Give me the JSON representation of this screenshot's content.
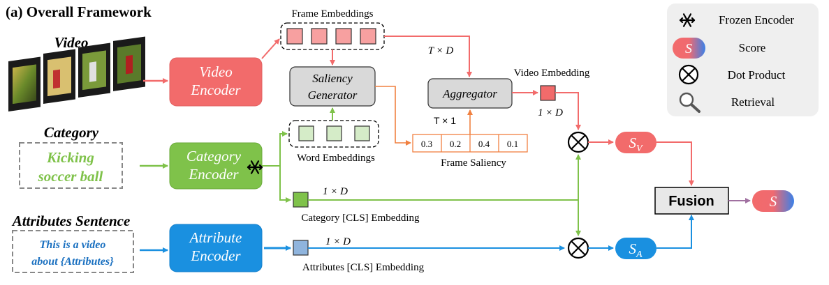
{
  "panel_title": "(a) Overall Framework",
  "inputs": {
    "video_label": "Video",
    "category_label": "Category",
    "category_text_line1": "Kicking",
    "category_text_line2": "soccer ball",
    "attributes_label": "Attributes Sentence",
    "attributes_text_line1": "This is a video",
    "attributes_text_line2": "about {Attributes}"
  },
  "encoders": {
    "video_line1": "Video",
    "video_line2": "Encoder",
    "category_line1": "Category",
    "category_line2": "Encoder",
    "attribute_line1": "Attribute",
    "attribute_line2": "Encoder"
  },
  "modules": {
    "saliency_line1": "Saliency",
    "saliency_line2": "Generator",
    "aggregator": "Aggregator",
    "fusion": "Fusion"
  },
  "labels": {
    "frame_embeddings": "Frame Embeddings",
    "word_embeddings": "Word Embeddings",
    "video_embedding": "Video Embedding",
    "frame_saliency": "Frame Saliency",
    "category_cls": "Category [CLS] Embedding",
    "attributes_cls": "Attributes [CLS] Embedding",
    "t_times_d": "T × D",
    "t_times_1": "T × 1",
    "one_times_d_video": "1 × D",
    "one_times_d_category": "1 × D",
    "one_times_d_attributes": "1 × D"
  },
  "saliency_values": [
    "0.3",
    "0.2",
    "0.4",
    "0.1"
  ],
  "scores": {
    "s": "S",
    "sv_main": "S",
    "sv_sub": "V",
    "sa_main": "S",
    "sa_sub": "A"
  },
  "legend": {
    "frozen": "Frozen Encoder",
    "score": "Score",
    "dot": "Dot Product",
    "retrieval": "Retrieval"
  },
  "colors": {
    "video": "#f26b6b",
    "category": "#7fc24a",
    "attribute": "#1a90e0",
    "saliency": "#f08040",
    "module_gray": "#d9d9d9"
  }
}
